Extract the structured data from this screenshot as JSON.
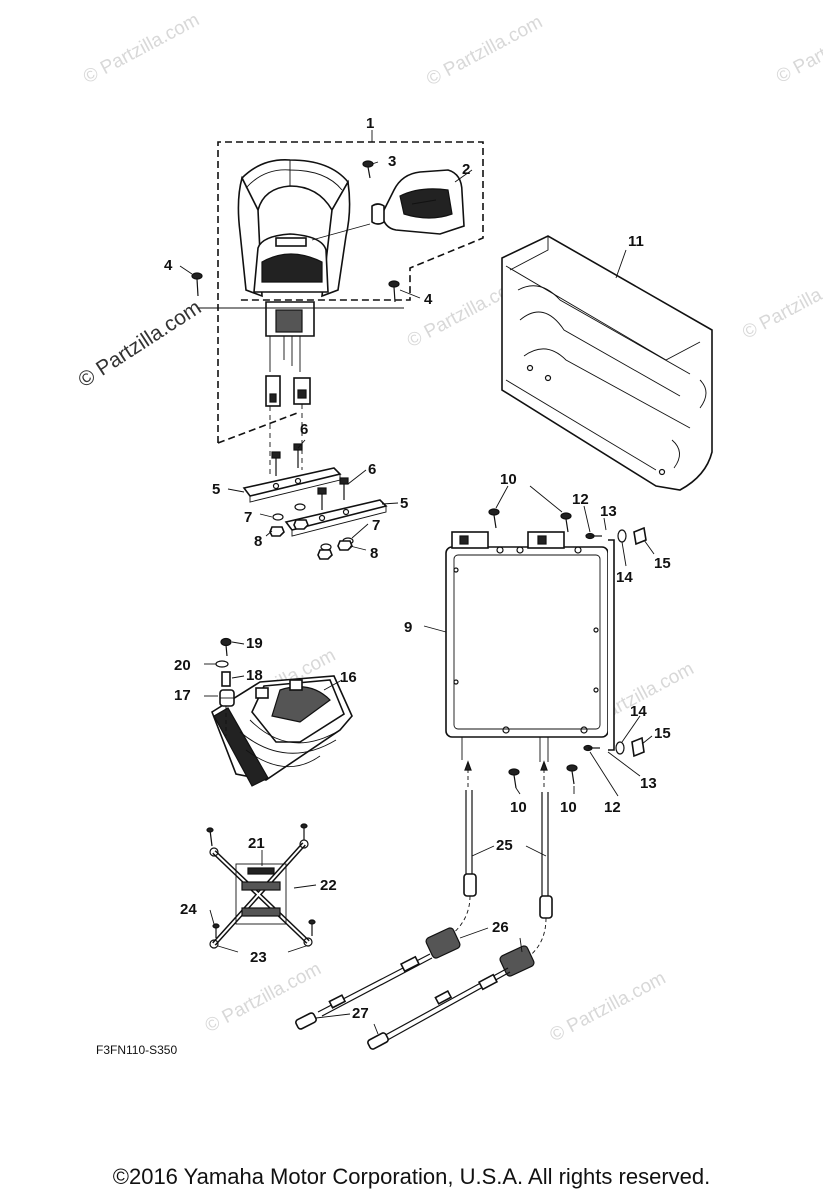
{
  "diagram_code": "F3FN110-S350",
  "copyright": "©2016  Yamaha Motor Corporation, U.S.A. All rights reserved.",
  "watermark": "© Partzilla.com",
  "callouts": {
    "c1": "1",
    "c2": "2",
    "c3": "3",
    "c4a": "4",
    "c4b": "4",
    "c5a": "5",
    "c5b": "5",
    "c6a": "6",
    "c6b": "6",
    "c7a": "7",
    "c7b": "7",
    "c8a": "8",
    "c8b": "8",
    "c9": "9",
    "c10a": "10",
    "c10b": "10",
    "c10c": "10",
    "c11": "11",
    "c12a": "12",
    "c12b": "12",
    "c13a": "13",
    "c13b": "13",
    "c14a": "14",
    "c14b": "14",
    "c15a": "15",
    "c15b": "15",
    "c16": "16",
    "c17": "17",
    "c18": "18",
    "c19": "19",
    "c20": "20",
    "c21": "21",
    "c22": "22",
    "c23": "23",
    "c24": "24",
    "c25": "25",
    "c26": "26",
    "c27": "27"
  }
}
